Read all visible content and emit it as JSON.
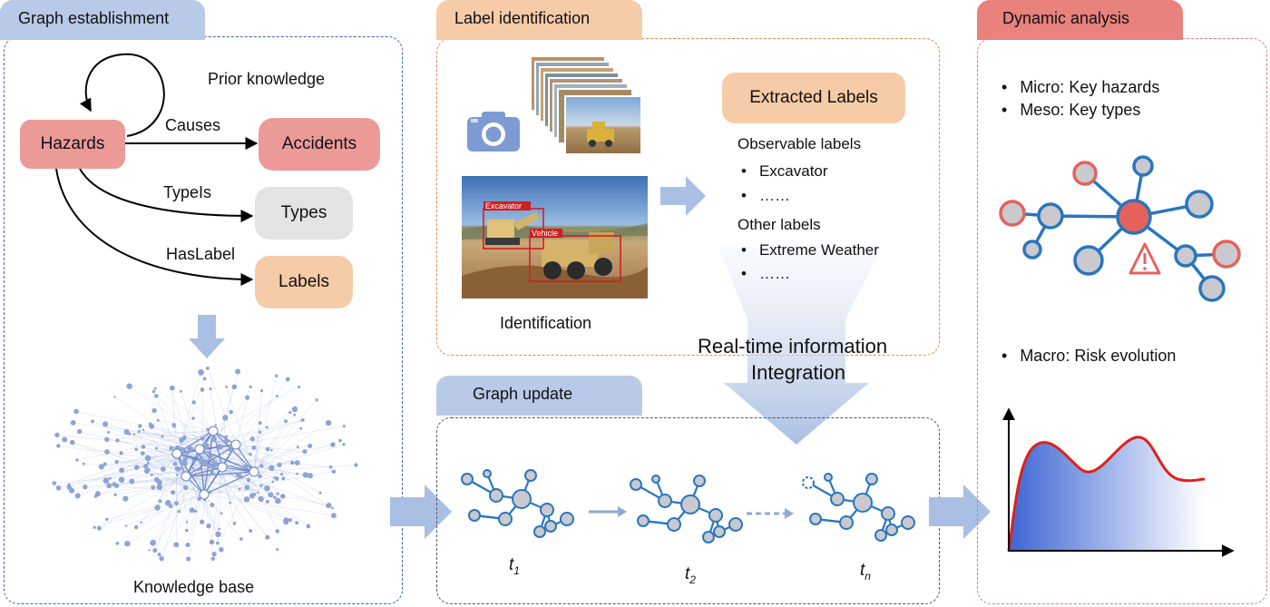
{
  "graph_establishment": {
    "title": "Graph establishment",
    "prior_knowledge": "Prior knowledge",
    "nodes": {
      "hazards": "Hazards",
      "accidents": "Accidents",
      "types": "Types",
      "labels": "Labels"
    },
    "edges": {
      "causes": "Causes",
      "typeis": "TypeIs",
      "haslabel": "HasLabel"
    },
    "knowledge_base": "Knowledge base"
  },
  "label_identification": {
    "title": "Label identification",
    "detections": {
      "excavator": "Excavator",
      "vehicle": "Vehicle"
    },
    "identification": "Identification",
    "extracted_labels": "Extracted Labels",
    "observable_heading": "Observable labels",
    "observable_items": [
      "Excavator",
      "……"
    ],
    "other_heading": "Other labels",
    "other_items": [
      "Extreme Weather",
      "……"
    ]
  },
  "integration": {
    "line1": "Real-time information",
    "line2": "Integration"
  },
  "graph_update": {
    "title": "Graph update",
    "time_labels": [
      {
        "base": "t",
        "sub": "1"
      },
      {
        "base": "t",
        "sub": "2"
      },
      {
        "base": "t",
        "sub": "n"
      }
    ]
  },
  "dynamic_analysis": {
    "title": "Dynamic analysis",
    "micro": "Micro: Key hazards",
    "meso": "Meso: Key types",
    "macro": "Macro: Risk evolution"
  },
  "colors": {
    "blue_panel": "#3f63a8",
    "orange_panel": "#e08a4a",
    "red_panel": "#e07a78",
    "blue_tab": "#b9c9e8",
    "orange_tab": "#f6cba7",
    "red_tab": "#e9817d",
    "hazard_node": "#eb9a98",
    "label_node": "#f6cba7",
    "type_node": "#e3e3e3",
    "graph_edge": "#2a76bd",
    "graph_node": "#c9c9cf",
    "risk_curve": "#e0201a"
  },
  "icons": [
    "camera-icon",
    "warning-icon",
    "arrow-right-icon",
    "arrow-down-icon"
  ]
}
